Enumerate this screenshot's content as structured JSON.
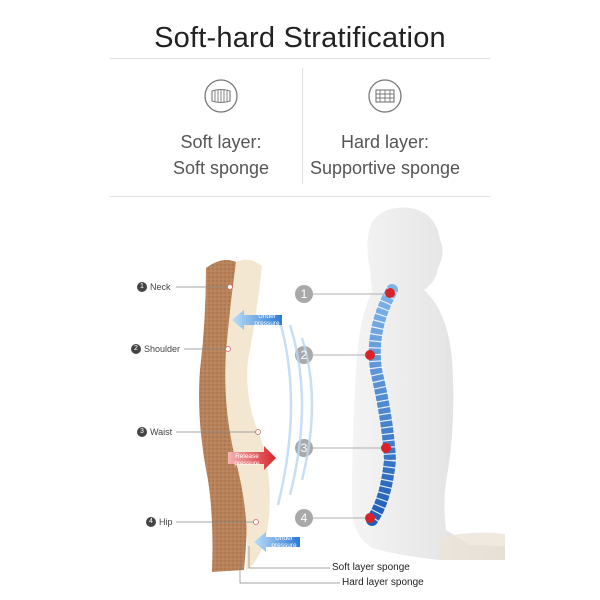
{
  "title": "Soft-hard Stratification",
  "left_col": {
    "icon": "soft-layer-icon",
    "line1": "Soft layer:",
    "line2": "Soft sponge"
  },
  "right_col": {
    "icon": "hard-layer-icon",
    "line1": "Hard layer:",
    "line2": "Supportive sponge"
  },
  "labels": {
    "neck": "Neck",
    "shoulder": "Shoulder",
    "waist": "Waist",
    "hip": "Hip",
    "n1": "1",
    "n2": "2",
    "n3": "3",
    "n4": "4"
  },
  "pressure": {
    "under1": "Under pressure",
    "release": "Release pressure",
    "under2": "Under pressure"
  },
  "bottom": {
    "soft": "Soft layer sponge",
    "hard": "Hard layer sponge"
  },
  "colors": {
    "accent_blue": "#2f7fd8",
    "accent_red": "#d8232a",
    "foam_brown": "#b8825a",
    "foam_cream": "#f3e7d2"
  }
}
